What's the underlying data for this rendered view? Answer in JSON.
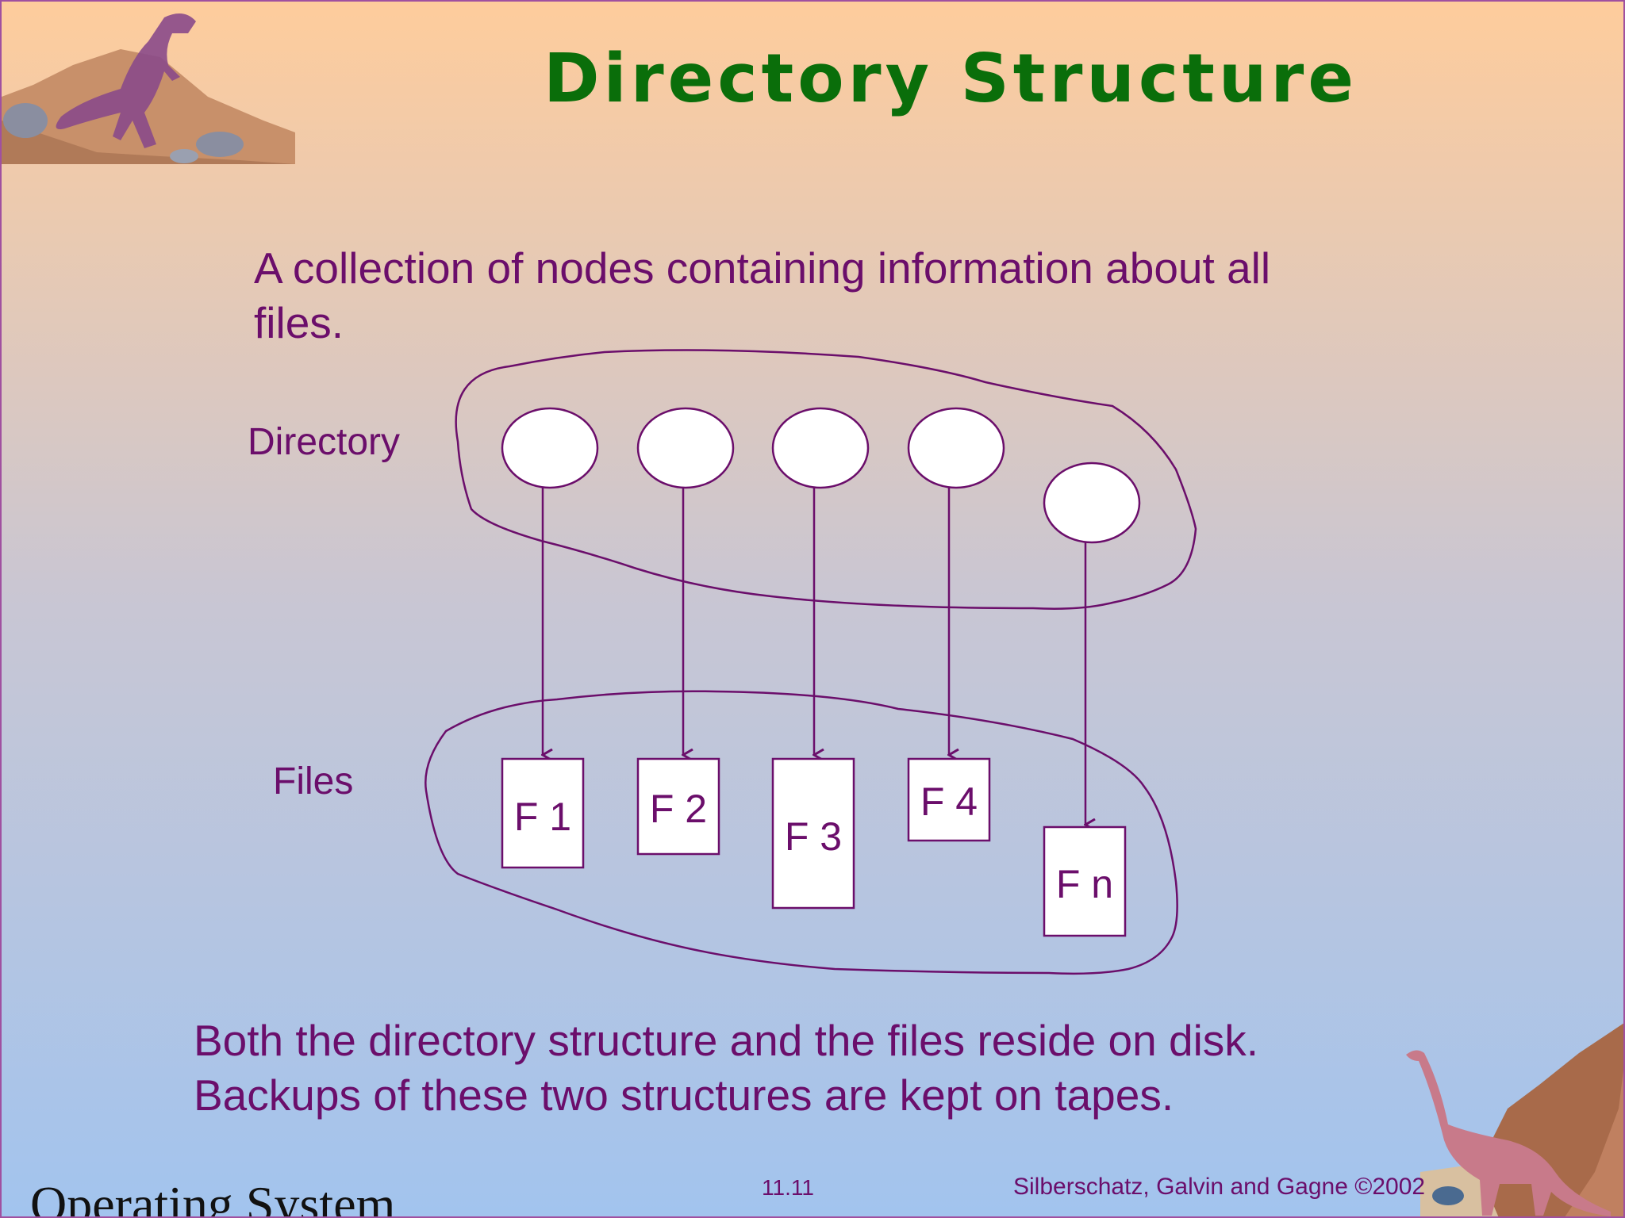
{
  "title": "Directory Structure",
  "intro_text": "A collection of nodes containing information about all files.",
  "labels": {
    "directory": "Directory",
    "files": "Files"
  },
  "files": [
    "F 1",
    "F 2",
    "F 3",
    "F 4",
    "F n"
  ],
  "bottom_lines": [
    "Both the directory structure and the files reside on disk.",
    "Backups of these two structures are kept on tapes."
  ],
  "footer": {
    "page_number": "11.11",
    "credit": "Silberschatz, Galvin and  Gagne ©2002",
    "course": "Operating System"
  },
  "colors": {
    "title": "#0a6e0a",
    "text": "#6b0e6b",
    "node_fill": "#ffffff"
  }
}
